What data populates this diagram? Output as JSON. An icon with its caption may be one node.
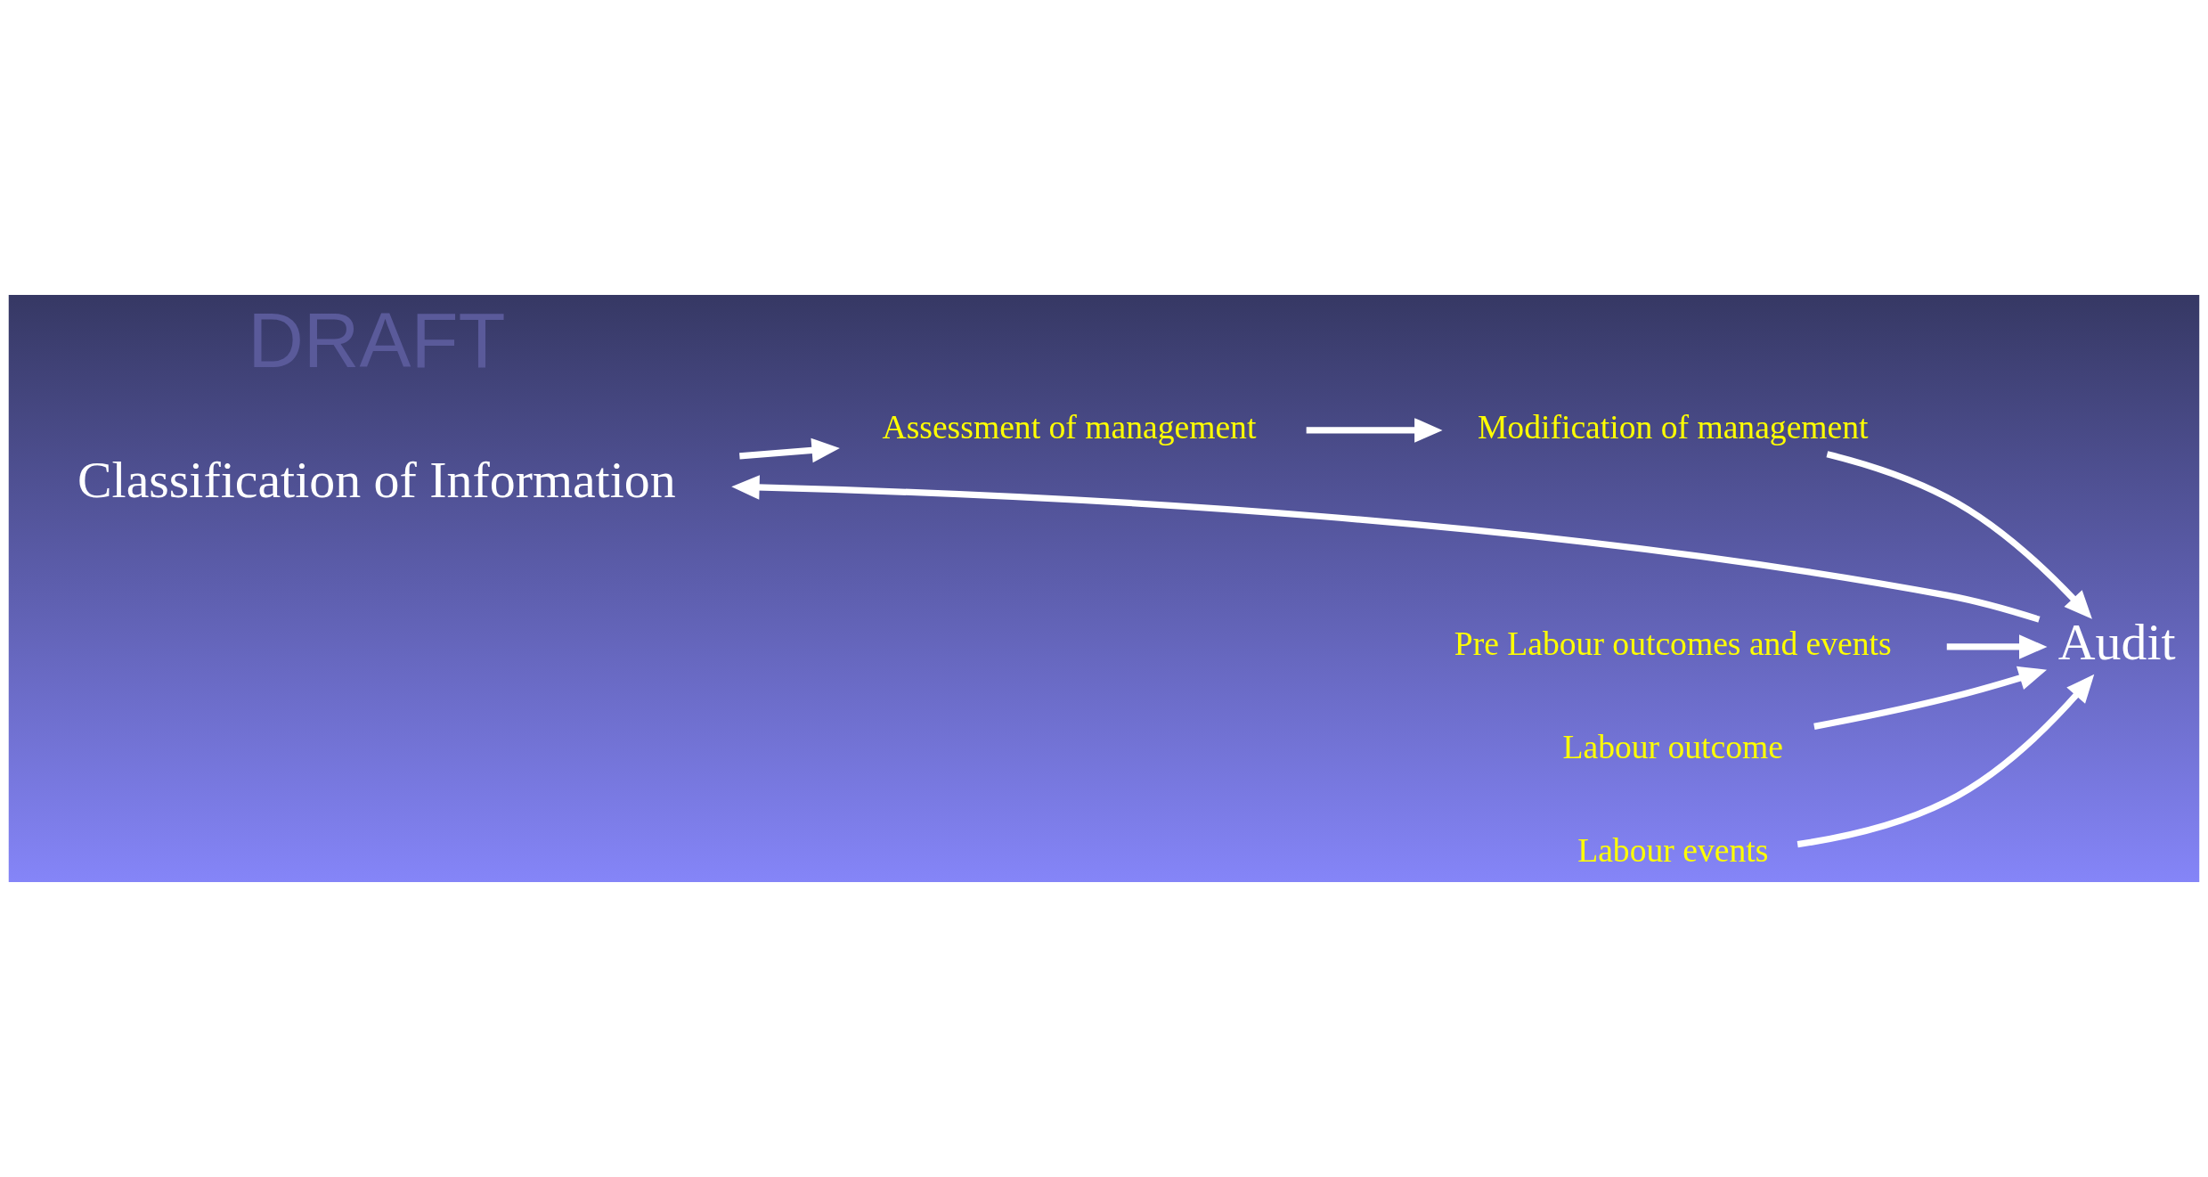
{
  "diagram": {
    "nodes": [
      {
        "text": [
          "Classification of Information"
        ]
      },
      {
        "text": [
          "Pre Labour outcomes and events"
        ]
      },
      {
        "text": [
          "Labour outcome"
        ]
      },
      {
        "text": [
          "Audit"
        ]
      },
      {
        "text": [
          "Assessment of management"
        ]
      },
      {
        "text": [
          "Labour events"
        ]
      },
      {
        "text": [
          "Modification of management"
        ]
      }
    ],
    "edges": [
      {
        "from": 1,
        "to": 3,
        "arrow": "to"
      },
      {
        "from": 2,
        "to": 3,
        "arrow": "to"
      },
      {
        "from": 5,
        "to": 3,
        "arrow": "to"
      },
      {
        "from": 3,
        "to": 0,
        "arrow": "to"
      },
      {
        "from": 0,
        "to": 4,
        "arrow": "to"
      },
      {
        "from": 4,
        "to": 6,
        "arrow": "to"
      },
      {
        "from": 6,
        "to": 3,
        "arrow": "to"
      }
    ],
    "labels": [
      "DRAFT"
    ]
  }
}
